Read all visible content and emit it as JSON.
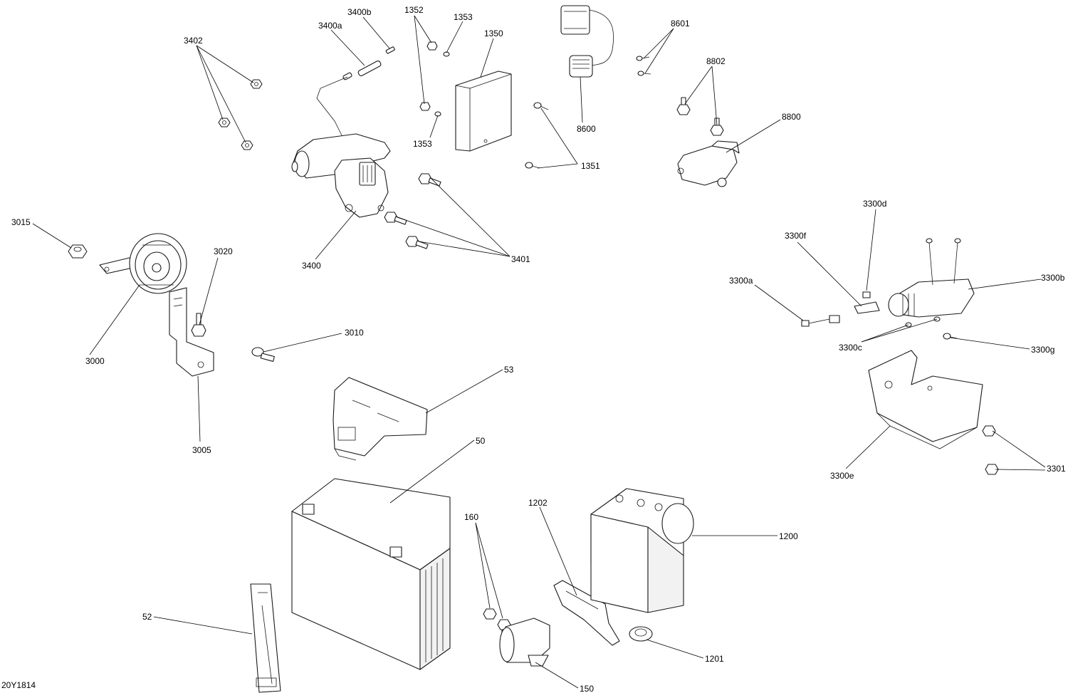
{
  "diagram_ref": "20Y1814",
  "callouts": [
    {
      "id": "3402",
      "label": "3402"
    },
    {
      "id": "3400a",
      "label": "3400a"
    },
    {
      "id": "3400b",
      "label": "3400b"
    },
    {
      "id": "1352",
      "label": "1352"
    },
    {
      "id": "1353a",
      "label": "1353"
    },
    {
      "id": "1353b",
      "label": "1353"
    },
    {
      "id": "1350",
      "label": "1350"
    },
    {
      "id": "1351",
      "label": "1351"
    },
    {
      "id": "8601",
      "label": "8601"
    },
    {
      "id": "8802",
      "label": "8802"
    },
    {
      "id": "8600",
      "label": "8600"
    },
    {
      "id": "8800",
      "label": "8800"
    },
    {
      "id": "3015",
      "label": "3015"
    },
    {
      "id": "3020",
      "label": "3020"
    },
    {
      "id": "3000",
      "label": "3000"
    },
    {
      "id": "3010",
      "label": "3010"
    },
    {
      "id": "3005",
      "label": "3005"
    },
    {
      "id": "3400",
      "label": "3400"
    },
    {
      "id": "3401",
      "label": "3401"
    },
    {
      "id": "3300d",
      "label": "3300d"
    },
    {
      "id": "3300f",
      "label": "3300f"
    },
    {
      "id": "3300a",
      "label": "3300a"
    },
    {
      "id": "3300b",
      "label": "3300b"
    },
    {
      "id": "3300c",
      "label": "3300c"
    },
    {
      "id": "3300g",
      "label": "3300g"
    },
    {
      "id": "3300e",
      "label": "3300e"
    },
    {
      "id": "3301",
      "label": "3301"
    },
    {
      "id": "53",
      "label": "53"
    },
    {
      "id": "50",
      "label": "50"
    },
    {
      "id": "52",
      "label": "52"
    },
    {
      "id": "160",
      "label": "160"
    },
    {
      "id": "1202",
      "label": "1202"
    },
    {
      "id": "1200",
      "label": "1200"
    },
    {
      "id": "1201",
      "label": "1201"
    },
    {
      "id": "150",
      "label": "150"
    }
  ]
}
